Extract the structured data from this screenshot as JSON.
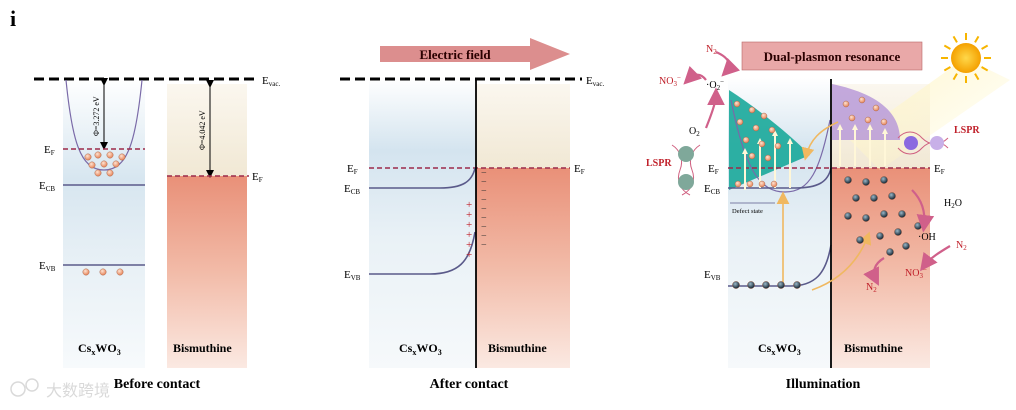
{
  "panel_letter": "i",
  "labels": {
    "e_vac": "E",
    "e_vac_sub": "vac.",
    "e_f": "E",
    "e_f_sub": "F",
    "e_cb": "E",
    "e_cb_sub": "CB",
    "e_vb": "E",
    "e_vb_sub": "VB",
    "phi_cs": "Φ=3.272 eV",
    "phi_bi": "Φ=4.042 eV",
    "material_left_main": "Cs",
    "material_left_x": "x",
    "material_left_rest": "WO",
    "material_left_3": "3",
    "material_right": "Bismuthine",
    "electric_field": "Electric field",
    "dual_plasmon": "Dual-plasmon resonance",
    "lspr": "LSPR",
    "defect_state": "Defect state",
    "n2": "N",
    "n2_sub": "2",
    "no3": "NO",
    "no3_sub": "3",
    "no3_sup": "−",
    "o2_rad": "·O",
    "o2_rad_sub": "2",
    "o2_rad_sup": "−",
    "o2": "O",
    "o2_sub": "2",
    "h2o": "H",
    "h2o_sub": "2",
    "h2o_rest": "O",
    "oh": "·OH",
    "plus": "+",
    "minus": "−"
  },
  "captions": [
    "Before contact",
    "After contact",
    "Illumination"
  ],
  "watermark": "大数跨境",
  "colors": {
    "fermi": "#9c2a4a",
    "band": "#5a5a8a",
    "arrow_field": "#d98a8a",
    "red_text": "#c0202a",
    "teal": "#1aa89a",
    "purple": "#b89ad8",
    "electron": "#f3a07a",
    "hole": "#2a3a4a"
  }
}
